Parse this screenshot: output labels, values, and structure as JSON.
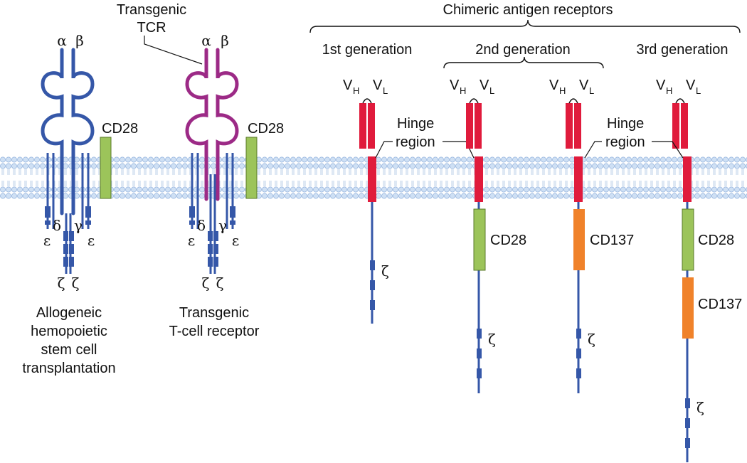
{
  "colors": {
    "tcr_blue": "#3557a8",
    "tcr_purple": "#9c2a86",
    "cd28_green": "#9cc45a",
    "cd137_orange": "#f0822a",
    "antibody_red": "#e01b3c",
    "membrane_blue": "#a8c6ea"
  },
  "header": {
    "car_title": "Chimeric antigen receptors",
    "transgenic_tcr": [
      "Transgenic",
      "TCR"
    ]
  },
  "generations": {
    "first": "1st generation",
    "second": "2nd generation",
    "third": "3rd generation"
  },
  "labels": {
    "cd28": "CD28",
    "cd137": "CD137",
    "hinge": [
      "Hinge",
      "region"
    ],
    "vh": "V",
    "vh_sub": "H",
    "vl": "V",
    "vl_sub": "L"
  },
  "greek": {
    "alpha": "α",
    "beta": "β",
    "delta": "δ",
    "gamma": "γ",
    "epsilon": "ε",
    "zeta": "ζ"
  },
  "captions": {
    "allogeneic": [
      "Allogeneic",
      "hemopoietic",
      "stem cell",
      "transplantation"
    ],
    "transgenic": [
      "Transgenic",
      "T-cell receptor"
    ]
  }
}
